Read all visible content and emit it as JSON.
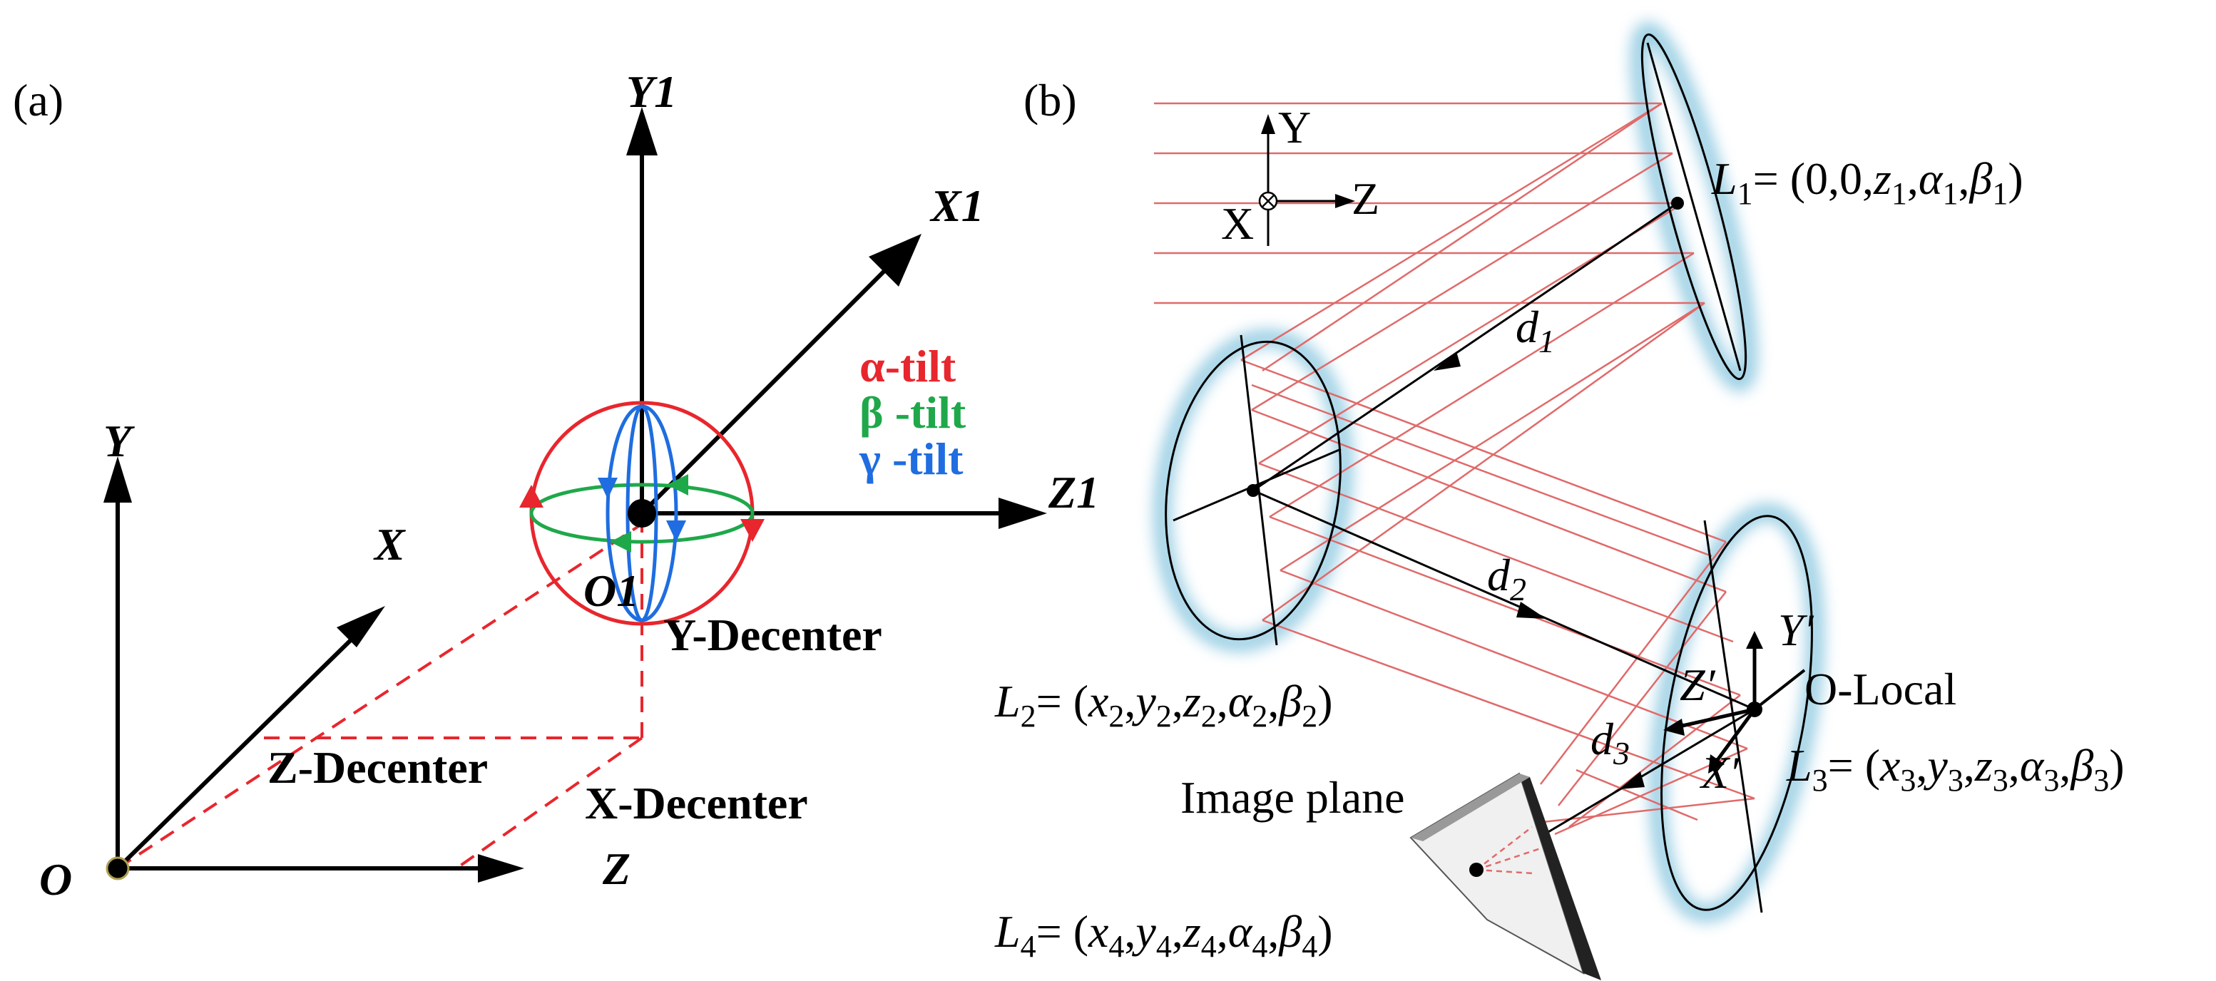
{
  "panel_a": {
    "panel_label": "(a)",
    "global_axes": {
      "x": "X",
      "y": "Y",
      "z": "Z",
      "origin": "O"
    },
    "local_axes": {
      "x": "X",
      "y": "Y",
      "z": "Z",
      "subscript": "1",
      "origin": "O",
      "origin_subscript": "1"
    },
    "tilts": [
      {
        "label": "α-tilt",
        "color": "#e8262d"
      },
      {
        "label": "β -tilt",
        "color": "#1fa84a"
      },
      {
        "label": "γ -tilt",
        "color": "#1f6de0"
      }
    ],
    "decenters": {
      "x": "X-Decenter",
      "y": "Y-Decenter",
      "z": "Z-Decenter"
    },
    "dash_color": "#e8262d"
  },
  "panel_b": {
    "panel_label": "(b)",
    "coord_axes": {
      "y": "Y",
      "z": "Z",
      "x": "X"
    },
    "distances": [
      {
        "sym": "d",
        "sub": "1"
      },
      {
        "sym": "d",
        "sub": "2"
      },
      {
        "sym": "d",
        "sub": "3"
      }
    ],
    "elements": [
      {
        "sym": "L",
        "sub": "1",
        "eq": "= (0,0,",
        "params": [
          [
            "z",
            "1"
          ],
          [
            "α",
            "1"
          ],
          [
            "β",
            "1"
          ]
        ]
      },
      {
        "sym": "L",
        "sub": "2",
        "eq": "= (",
        "params": [
          [
            "x",
            "2"
          ],
          [
            "y",
            "2"
          ],
          [
            "z",
            "2"
          ],
          [
            "α",
            "2"
          ],
          [
            "β",
            "2"
          ]
        ]
      },
      {
        "sym": "L",
        "sub": "3",
        "eq": "= (",
        "params": [
          [
            "x",
            "3"
          ],
          [
            "y",
            "3"
          ],
          [
            "z",
            "3"
          ],
          [
            "α",
            "3"
          ],
          [
            "β",
            "3"
          ]
        ]
      },
      {
        "sym": "L",
        "sub": "4",
        "eq": "= (",
        "params": [
          [
            "x",
            "4"
          ],
          [
            "y",
            "4"
          ],
          [
            "z",
            "4"
          ],
          [
            "α",
            "4"
          ],
          [
            "β",
            "4"
          ]
        ]
      }
    ],
    "local_frame": {
      "y": "Y′",
      "z": "Z′",
      "x": "X′",
      "origin_label": "O-Local"
    },
    "image_plane_label": "Image plane",
    "ray_color": "#e06a6a",
    "glow_color": "#8cc8e0"
  }
}
